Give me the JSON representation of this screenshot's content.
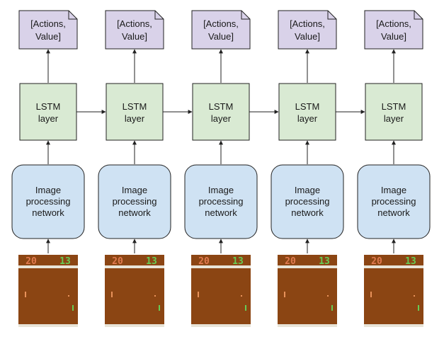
{
  "colors": {
    "output_fill": "#d9d2e9",
    "lstm_fill": "#d9ead3",
    "image_net_fill": "#cfe2f3",
    "frame_bg": "#8b4513",
    "bar": "#e8e4d8",
    "score_left": "#e07a4f",
    "score_right": "#66cc55",
    "paddle_left": "#e8925a",
    "paddle_right": "#66cc55",
    "ball": "#e8925a",
    "stroke": "#222222"
  },
  "columns": [
    {
      "output": {
        "line1": "[Actions,",
        "line2": "Value]"
      },
      "lstm": {
        "line1": "LSTM",
        "line2": "layer"
      },
      "image_net": {
        "line1": "Image",
        "line2": "processing",
        "line3": "network"
      },
      "frame": {
        "score_left": "20",
        "score_right": "13"
      }
    },
    {
      "output": {
        "line1": "[Actions,",
        "line2": "Value]"
      },
      "lstm": {
        "line1": "LSTM",
        "line2": "layer"
      },
      "image_net": {
        "line1": "Image",
        "line2": "processing",
        "line3": "network"
      },
      "frame": {
        "score_left": "20",
        "score_right": "13"
      }
    },
    {
      "output": {
        "line1": "[Actions,",
        "line2": "Value]"
      },
      "lstm": {
        "line1": "LSTM",
        "line2": "layer"
      },
      "image_net": {
        "line1": "Image",
        "line2": "processing",
        "line3": "network"
      },
      "frame": {
        "score_left": "20",
        "score_right": "13"
      }
    },
    {
      "output": {
        "line1": "[Actions,",
        "line2": "Value]"
      },
      "lstm": {
        "line1": "LSTM",
        "line2": "layer"
      },
      "image_net": {
        "line1": "Image",
        "line2": "processing",
        "line3": "network"
      },
      "frame": {
        "score_left": "20",
        "score_right": "13"
      }
    },
    {
      "output": {
        "line1": "[Actions,",
        "line2": "Value]"
      },
      "lstm": {
        "line1": "LSTM",
        "line2": "layer"
      },
      "image_net": {
        "line1": "Image",
        "line2": "processing",
        "line3": "network"
      },
      "frame": {
        "score_left": "20",
        "score_right": "13"
      }
    }
  ]
}
